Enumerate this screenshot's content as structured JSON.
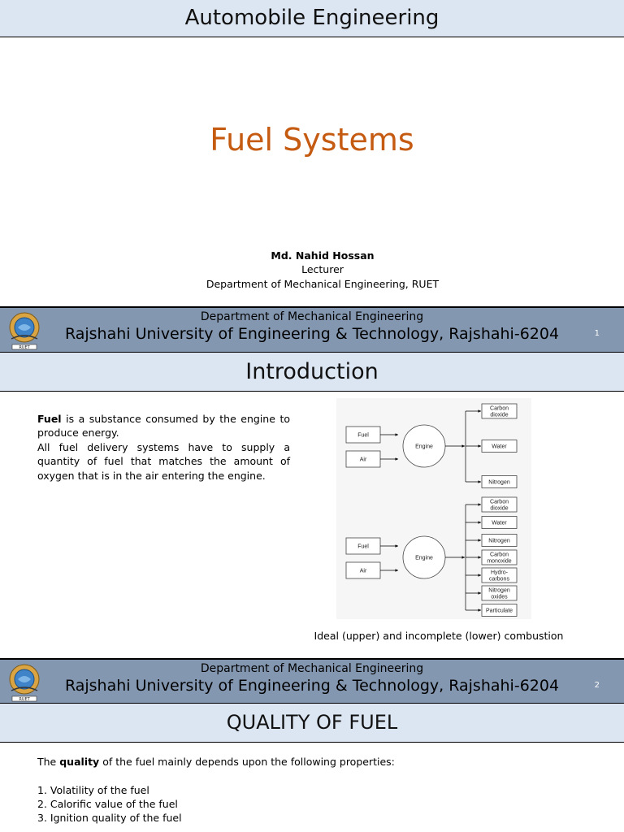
{
  "slide1": {
    "header": "Automobile Engineering",
    "title": "Fuel Systems",
    "author_name": "Md. Nahid Hossan",
    "author_role": "Lecturer",
    "author_dept": "Department of Mechanical Engineering, RUET"
  },
  "footer": {
    "dept": "Department of Mechanical Engineering",
    "university": "Rajshahi University of Engineering & Technology, Rajshahi-6204",
    "logo_text": "RUET"
  },
  "page_numbers": [
    "1",
    "2"
  ],
  "slide2": {
    "header": "Introduction",
    "fuel_word": "Fuel",
    "para1_rest": " is a substance consumed by the engine to produce energy.",
    "para2": "All fuel delivery systems have to supply a quantity of fuel that matches the amount of oxygen that is in the air entering the engine.",
    "caption": "Ideal (upper) and incomplete (lower) combustion",
    "diagram": {
      "inputs": [
        "Fuel",
        "Air"
      ],
      "engine_label": "Engine",
      "upper_outputs": [
        [
          "Carbon",
          "dioxide"
        ],
        [
          "Water"
        ],
        [
          "Nitrogen"
        ]
      ],
      "lower_outputs": [
        [
          "Carbon",
          "dioxide"
        ],
        [
          "Water"
        ],
        [
          "Nitrogen"
        ],
        [
          "Carbon",
          "monoxide"
        ],
        [
          "Hydro-",
          "carbons"
        ],
        [
          "Nitrogen",
          "oxides"
        ],
        [
          "Particulate"
        ]
      ]
    }
  },
  "slide3": {
    "header": "QUALITY OF FUEL",
    "intro_pre": "The ",
    "intro_bold": "quality",
    "intro_post": " of the fuel mainly depends upon the following properties:",
    "items": [
      "1. Volatility of the fuel",
      "2. Calorific value of the fuel",
      "3. Ignition quality of the fuel"
    ]
  }
}
